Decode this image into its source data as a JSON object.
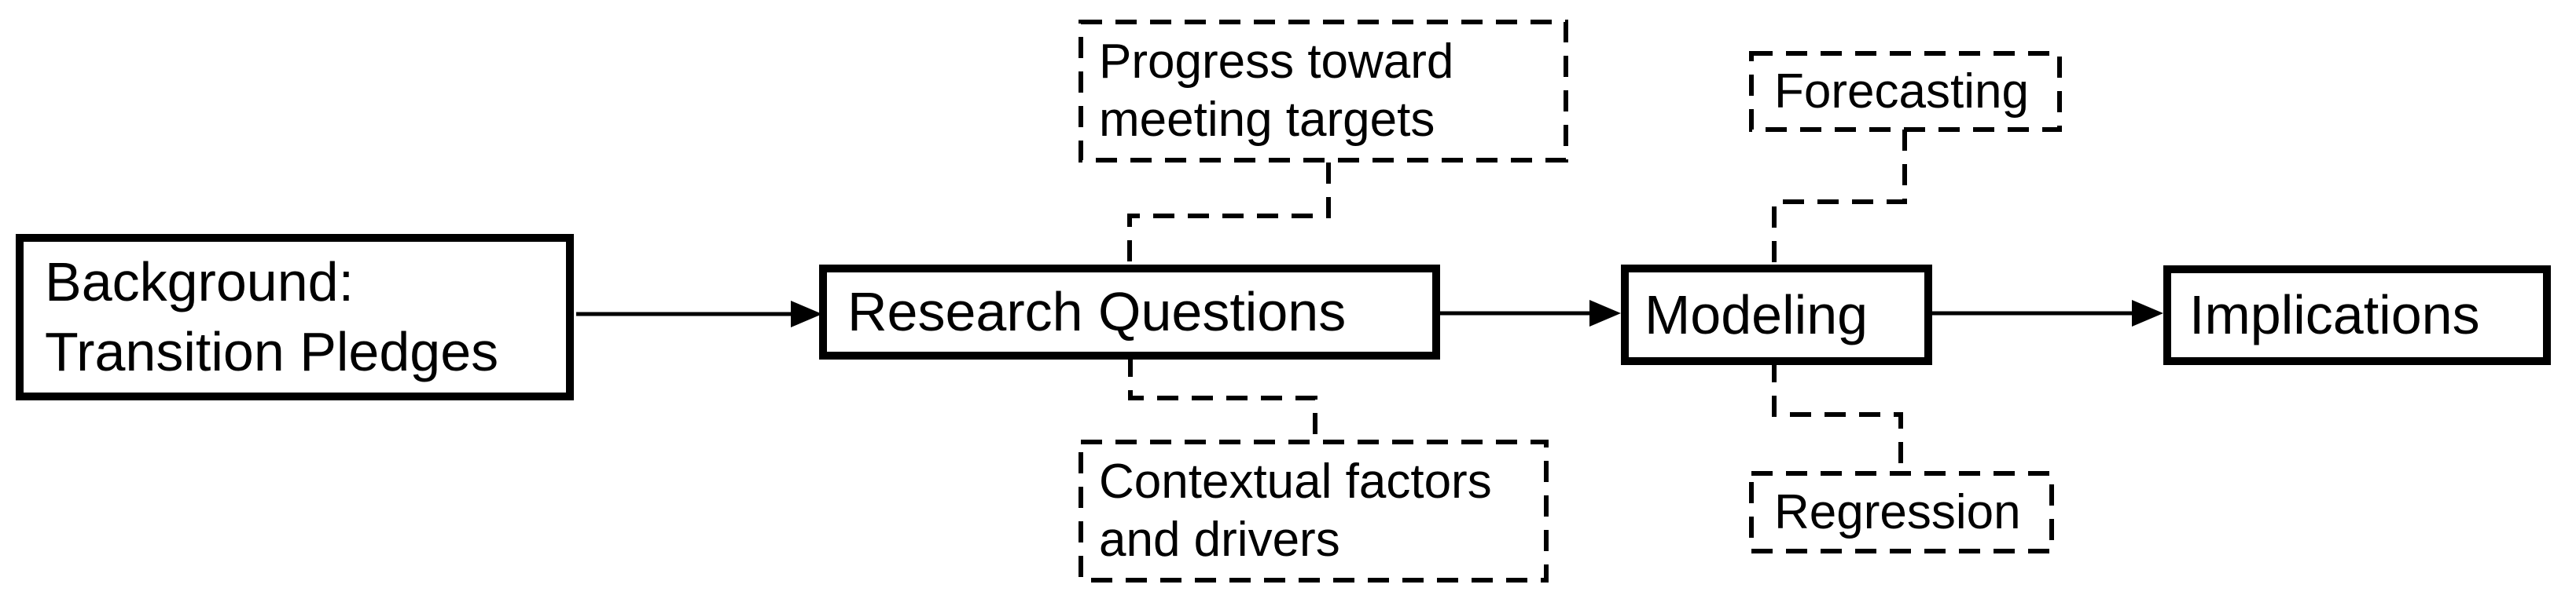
{
  "canvas": {
    "background_color": "#ffffff",
    "line_color": "#000000"
  },
  "nodes": {
    "background": {
      "label": "Background:\nTransition Pledges",
      "style": "solid"
    },
    "research_questions": {
      "label": "Research Questions",
      "style": "solid"
    },
    "modeling": {
      "label": "Modeling",
      "style": "solid"
    },
    "implications": {
      "label": "Implications",
      "style": "solid"
    },
    "progress": {
      "label": "Progress toward\nmeeting targets",
      "style": "dashed"
    },
    "contextual": {
      "label": "Contextual factors\nand drivers",
      "style": "dashed"
    },
    "forecasting": {
      "label": "Forecasting",
      "style": "dashed"
    },
    "regression": {
      "label": "Regression",
      "style": "dashed"
    }
  },
  "edges": [
    {
      "from": "background",
      "to": "research_questions",
      "type": "solid-arrow"
    },
    {
      "from": "research_questions",
      "to": "modeling",
      "type": "solid-arrow"
    },
    {
      "from": "modeling",
      "to": "implications",
      "type": "solid-arrow"
    },
    {
      "from": "progress",
      "to": "research_questions",
      "type": "dashed-elbow"
    },
    {
      "from": "research_questions",
      "to": "contextual",
      "type": "dashed-elbow"
    },
    {
      "from": "forecasting",
      "to": "modeling",
      "type": "dashed-elbow"
    },
    {
      "from": "modeling",
      "to": "regression",
      "type": "dashed-elbow"
    }
  ]
}
